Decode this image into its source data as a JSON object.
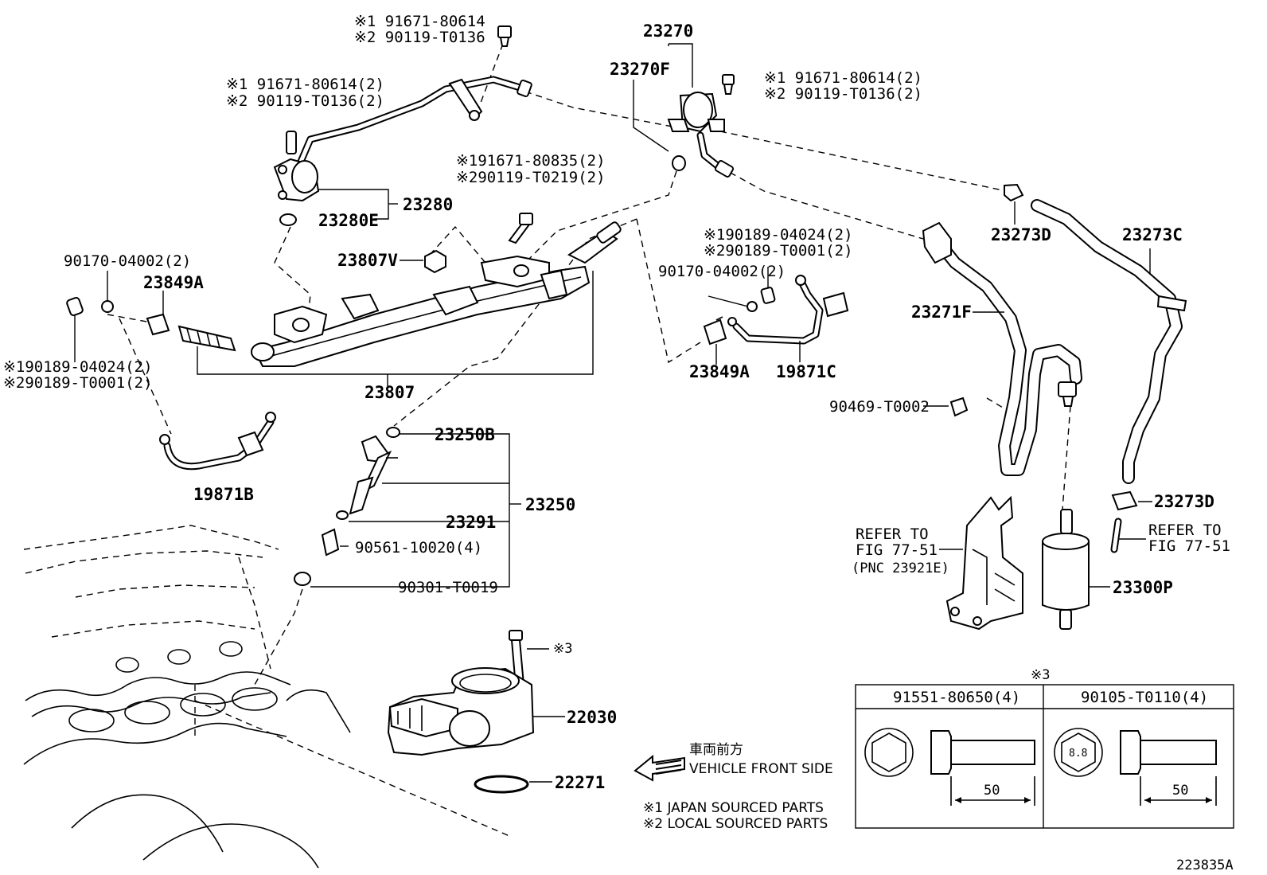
{
  "labels": {
    "p23270": "23270",
    "p23270F": "23270F",
    "bolt_top_j": "※1 91671-80614",
    "bolt_top_l": "※2 90119-T0136",
    "bolt_left_j": "※1 91671-80614(2)",
    "bolt_left_l": "※2 90119-T0136(2)",
    "bolt_right_j": "※1 91671-80614(2)",
    "bolt_right_l": "※2 90119-T0136(2)",
    "bolt_mid_j": "※191671-80835(2)",
    "bolt_mid_l": "※290119-T0219(2)",
    "p23280": "23280",
    "p23280E": "23280E",
    "p23807V": "23807V",
    "p90170_left": "90170-04002(2)",
    "p23849A_left": "23849A",
    "clip_left_j": "※190189-04024(2)",
    "clip_left_l": "※290189-T0001(2)",
    "p23807": "23807",
    "p19871B": "19871B",
    "p23250B": "23250B",
    "p23250": "23250",
    "p23291": "23291",
    "p90561": "90561-10020(4)",
    "p90301": "90301-T0019",
    "clip_mid_j": "※190189-04024(2)",
    "clip_mid_l": "※290189-T0001(2)",
    "p90170_mid": "90170-04002(2)",
    "p23849A_mid": "23849A",
    "p19871C": "19871C",
    "p23273D_top": "23273D",
    "p23273C": "23273C",
    "p23271F": "23271F",
    "p90469": "90469-T0002",
    "p23273D_low": "23273D",
    "refer_left_1": "REFER TO",
    "refer_left_2": "FIG 77-51",
    "refer_left_3": "(PNC 23921E)",
    "refer_right_1": "REFER TO",
    "refer_right_2": "FIG 77-51",
    "p23300P": "23300P",
    "ref3": "※3",
    "p22030": "22030",
    "p22271": "22271",
    "front_jp": "車両前方",
    "front_en": "VEHICLE FRONT SIDE",
    "note1": "※1 JAPAN SOURCED PARTS",
    "note2": "※2 LOCAL SOURCED PARTS",
    "table_title": "※3",
    "col1": "91551-80650(4)",
    "col2": "90105-T0110(4)",
    "grade": "8.8",
    "len1": "50",
    "len2": "50",
    "fig_id": "223835A"
  }
}
